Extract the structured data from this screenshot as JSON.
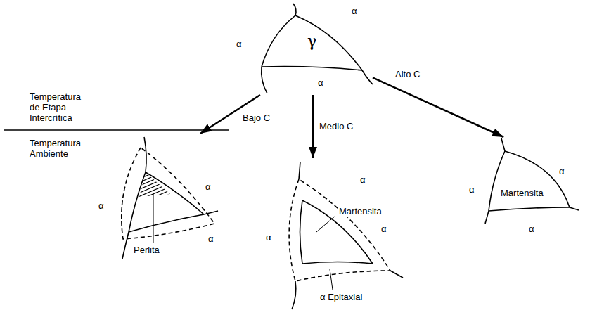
{
  "diagram": {
    "nodes": [
      {
        "text": [
          "γ"
        ]
      },
      {
        "text": [
          "Perlita"
        ]
      },
      {
        "text": [
          "Martensita",
          "α Epitaxial"
        ]
      },
      {
        "text": [
          "Martensita"
        ]
      }
    ],
    "edges": [
      {
        "from": 0,
        "to": 1,
        "arrow": "to",
        "label": "Bajo C"
      },
      {
        "from": 0,
        "to": 2,
        "arrow": "to",
        "label": "Medio C"
      },
      {
        "from": 0,
        "to": 3,
        "arrow": "to",
        "label": "Alto C"
      }
    ],
    "labels": [
      "Temperatura de Etapa Intercrítica",
      "Temperatura Ambiente",
      "α",
      "α",
      "α",
      "α",
      "α",
      "α",
      "α",
      "α",
      "α",
      "α",
      "α",
      "α"
    ]
  }
}
